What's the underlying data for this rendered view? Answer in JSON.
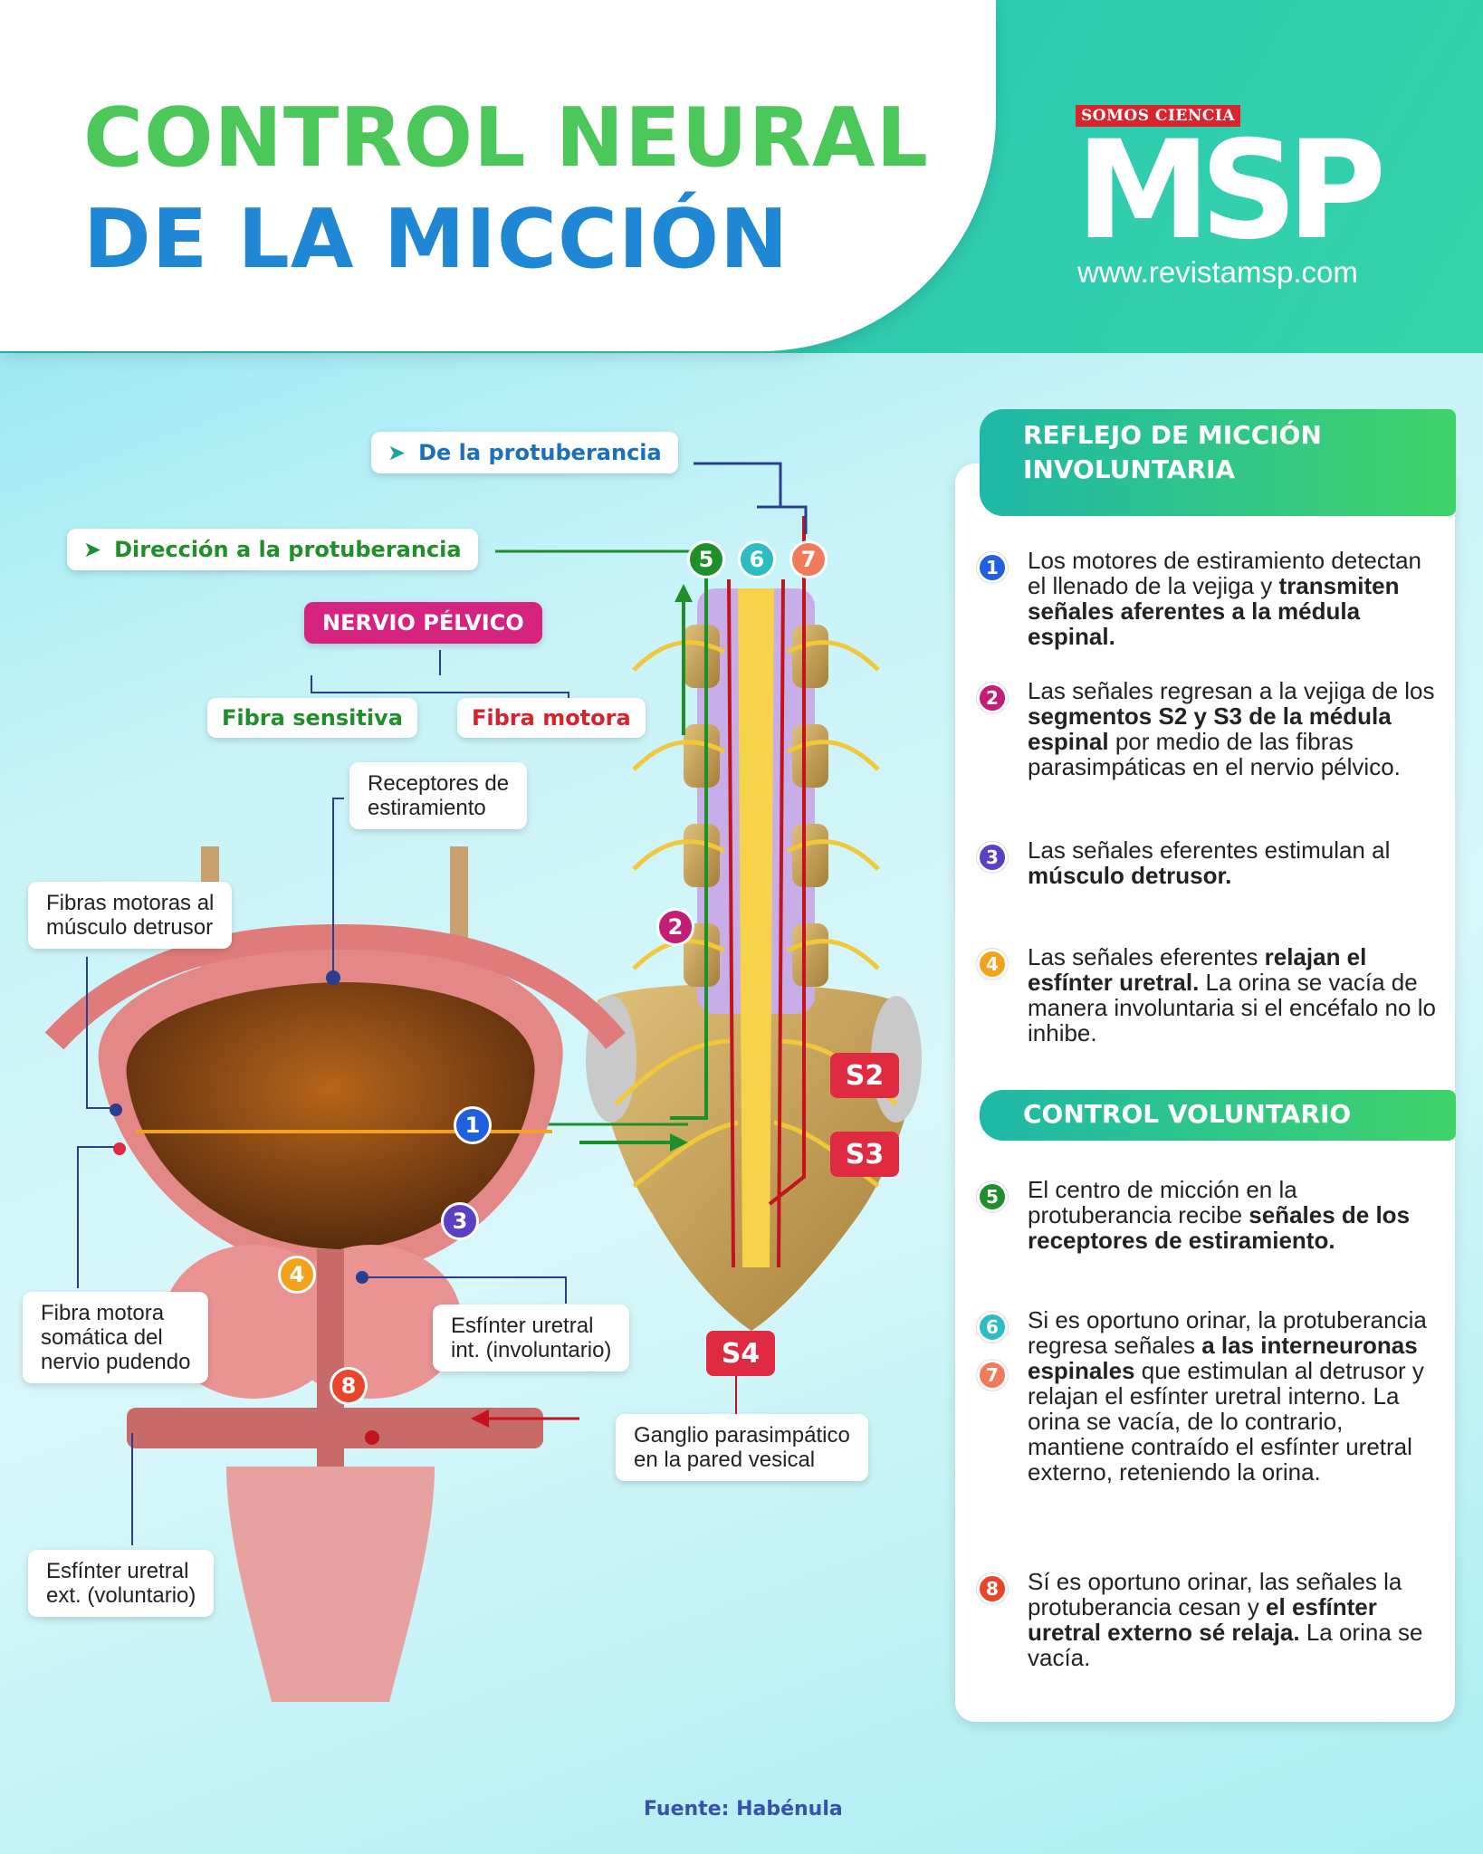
{
  "title": {
    "line1": "CONTROL NEURAL",
    "line2": "DE LA MICCIÓN"
  },
  "logo": {
    "tag": "SOMOS CIENCIA",
    "brand": "MSP",
    "url": "www.revistamsp.com"
  },
  "labels": {
    "de_protuberancia": "De la protuberancia",
    "direccion_protuberancia": "Dirección a la protuberancia",
    "nervio_pelvico": "NERVIO PÉLVICO",
    "fibra_sensitiva": "Fibra sensitiva",
    "fibra_motora": "Fibra motora",
    "receptores_1": "Receptores de",
    "receptores_2": "estiramiento",
    "fibras_detrusor_1": "Fibras motoras al",
    "fibras_detrusor_2": "músculo detrusor",
    "fibra_pudendo_1": "Fibra motora",
    "fibra_pudendo_2": "somática del",
    "fibra_pudendo_3": "nervio pudendo",
    "esfinter_int_1": "Esfínter uretral",
    "esfinter_int_2": "int. (involuntario)",
    "ganglio_1": "Ganglio parasimpático",
    "ganglio_2": "en la pared vesical",
    "esfinter_ext_1": "Esfínter uretral",
    "esfinter_ext_2": "ext. (voluntario)"
  },
  "segments": [
    "S2",
    "S3",
    "S4"
  ],
  "markers": [
    "1",
    "2",
    "3",
    "4",
    "5",
    "6",
    "7",
    "8"
  ],
  "colors": {
    "green": "#4cc75a",
    "blue": "#1f87d4",
    "magenta": "#d6237f",
    "pink": "#e02a42",
    "m1": "#1f5fe0",
    "m2": "#c41e74",
    "m3": "#5b3fc4",
    "m4": "#f2a21b",
    "m5": "#1f8f2a",
    "m6": "#2bbcc4",
    "m7": "#f07a5a",
    "m8": "#e8452a"
  },
  "sidebar": {
    "section1": "REFLEJO DE MICCIÓN\nINVOLUNTARIA",
    "section2": "CONTROL VOLUNTARIO",
    "items": [
      {
        "n": "1",
        "parts": [
          {
            "t": "Los motores de estiramiento detectan el llenado de la vejiga y "
          },
          {
            "b": "transmiten señales aferentes a la médula espinal."
          }
        ]
      },
      {
        "n": "2",
        "parts": [
          {
            "t": "Las señales regresan a la vejiga de los "
          },
          {
            "b": "segmentos S2 y S3 de la médula espinal"
          },
          {
            "t": " por medio de las fibras parasimpáticas en el nervio pélvico."
          }
        ]
      },
      {
        "n": "3",
        "parts": [
          {
            "t": "Las señales eferentes estimulan al "
          },
          {
            "b": "músculo detrusor."
          }
        ]
      },
      {
        "n": "4",
        "parts": [
          {
            "t": "Las señales eferentes "
          },
          {
            "b": "relajan el esfínter uretral."
          },
          {
            "t": " La orina se vacía de manera involuntaria si el encéfalo no lo inhibe."
          }
        ]
      },
      {
        "n": "5",
        "parts": [
          {
            "t": "El centro de micción en la protuberancia recibe "
          },
          {
            "b": "señales de los receptores de estiramiento."
          }
        ]
      },
      {
        "n": "6",
        "parts": [
          {
            "t": "Si es oportuno orinar, la protuberancia regresa señales "
          },
          {
            "b": "a las interneuronas espinales"
          },
          {
            "t": " que estimulan al detrusor y relajan el esfínter uretral interno. La orina se vacía, de lo contrario, mantiene contraído el esfínter uretral externo, reteniendo la orina."
          }
        ]
      },
      {
        "n": "8",
        "parts": [
          {
            "t": "Sí es oportuno orinar, las señales la protuberancia cesan y "
          },
          {
            "b": "el esfínter uretral externo sé relaja."
          },
          {
            "t": " La orina se vacía."
          }
        ]
      }
    ],
    "item7_num": "7"
  },
  "fuente": "Fuente: Habénula"
}
